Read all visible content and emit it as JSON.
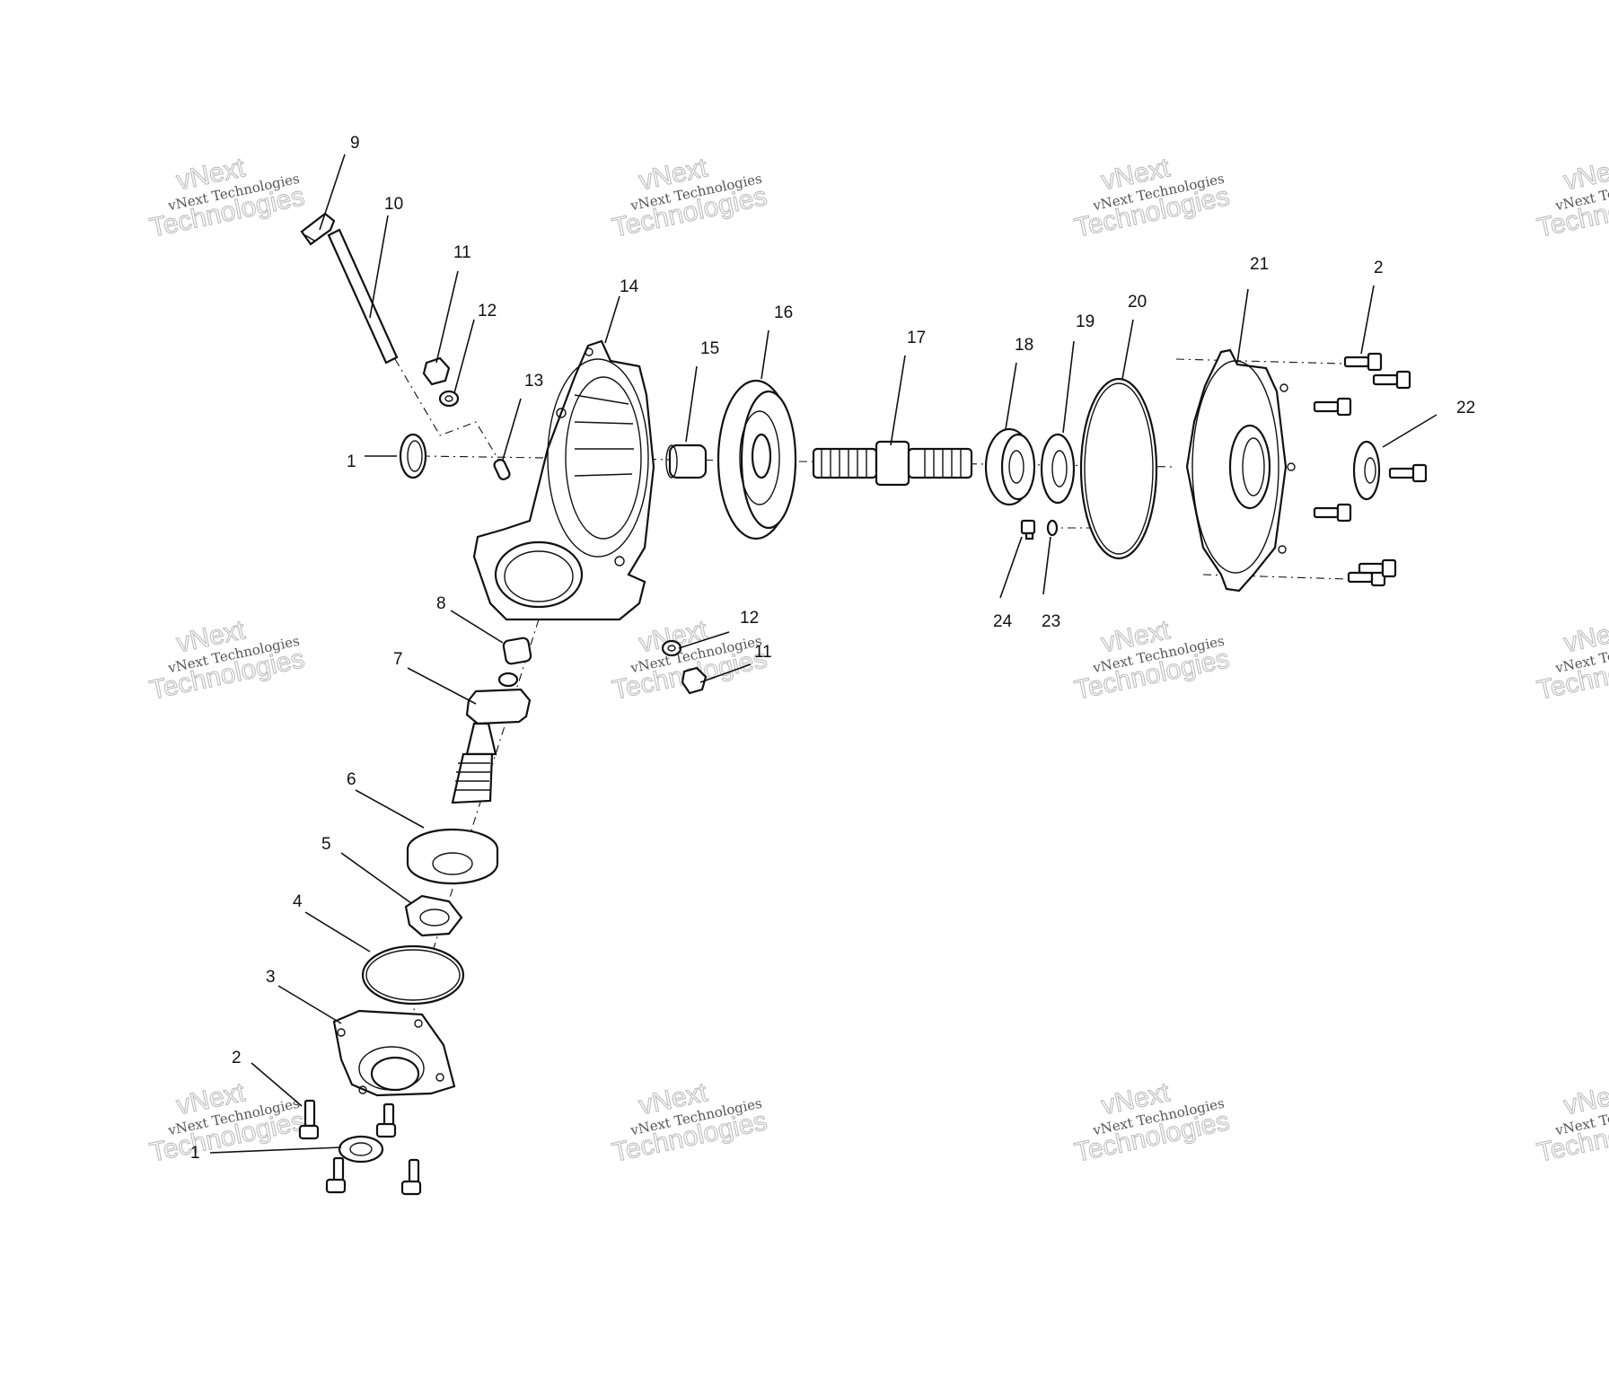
{
  "watermark": {
    "line1": "vNext",
    "line2": "vNext Technologies",
    "line3": "Technologies"
  },
  "callouts": {
    "c1a": "1",
    "c1b": "1",
    "c2a": "2",
    "c2b": "2",
    "c3": "3",
    "c4": "4",
    "c5": "5",
    "c6": "6",
    "c7": "7",
    "c8": "8",
    "c9": "9",
    "c10": "10",
    "c11a": "11",
    "c11b": "11",
    "c12a": "12",
    "c12b": "12",
    "c13": "13",
    "c14": "14",
    "c15": "15",
    "c16": "16",
    "c17": "17",
    "c18": "18",
    "c19": "19",
    "c20": "20",
    "c21": "21",
    "c22": "22",
    "c23": "23",
    "c24": "24"
  }
}
